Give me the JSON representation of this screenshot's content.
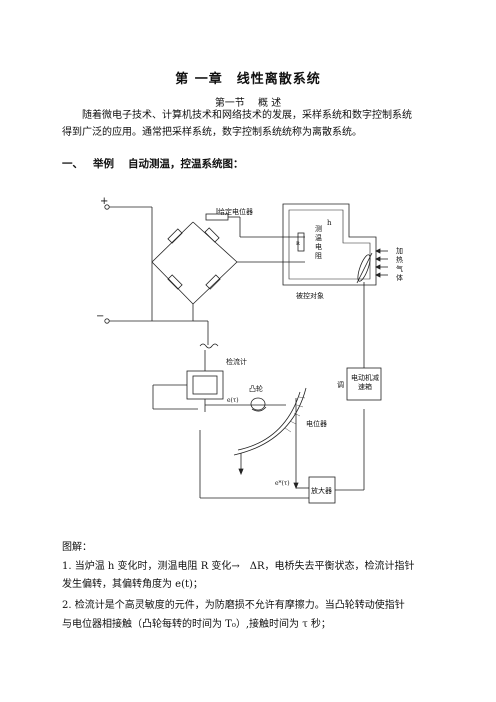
{
  "chapter_title": "第 一章　线性离散系统",
  "section_title": "第一节　 概 述",
  "intro": {
    "line1": "随着微电子技术、计算机技术和网络技术的发展，采样系统和数字控制系统",
    "line2": "得到广泛的应用。通常把采样系统，数字控制系统统称为离散系统。"
  },
  "example": {
    "num": "一、",
    "label": "举例",
    "title": "自动测温，控温系统图："
  },
  "diagram": {
    "plus": "+",
    "minus": "−",
    "given_potentiometer": "给定电位器",
    "h": "h",
    "R": "R",
    "resistor_label": "测温电阻",
    "gas_label": "加热气体",
    "controlled_object": "被控对象",
    "galvanometer": "检流计",
    "cam": "凸轮",
    "e_tau_upper": "e(τ)",
    "potentiometer": "电位器",
    "e_tau_lower": "e*(τ)",
    "motor_label": "电动机减速箱",
    "mark": "调",
    "amplifier": "放大器"
  },
  "explanation": {
    "heading": "图解：",
    "item1_line1": "1. 当炉温 h 变化时，测温电阻 R 变化→　ΔR，电桥失去平衡状态，检流计指针",
    "item1_line2": "发生偏转，其偏转角度为 e(t)；",
    "item2_line1": "2. 检流计是个高灵敏度的元件，为防磨损不允许有摩擦力。当凸轮转动使指针",
    "item2_line2": "与电位器相接触（凸轮每转的时间为 T₀）,接触时间为 τ 秒；"
  }
}
